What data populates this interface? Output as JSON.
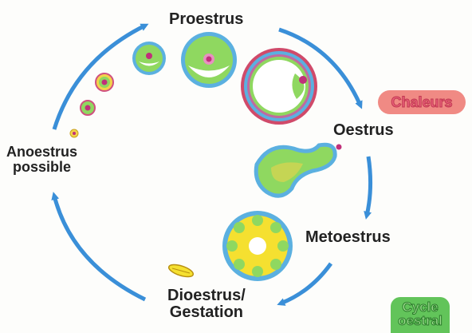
{
  "phases": {
    "proestrus": "Proestrus",
    "oestrus": "Oestrus",
    "metoestrus": "Metoestrus",
    "dioestrus_line1": "Dioestrus/",
    "dioestrus_line2": "Gestation",
    "anoestrus_line1": "Anoestrus",
    "anoestrus_line2": "possible"
  },
  "tags": {
    "chaleurs": "Chaleurs",
    "cycle_line1": "Cycle",
    "cycle_line2": "oestral"
  },
  "colors": {
    "arrow": "#3a8fd8",
    "follicle_ring": "#5bb0e0",
    "follicle_green": "#8fd860",
    "oocyte": "#c0307a",
    "corpus_luteum": "#f5e030",
    "chaleurs_bg": "#f08a84",
    "cycle_bg": "#62c45a"
  }
}
